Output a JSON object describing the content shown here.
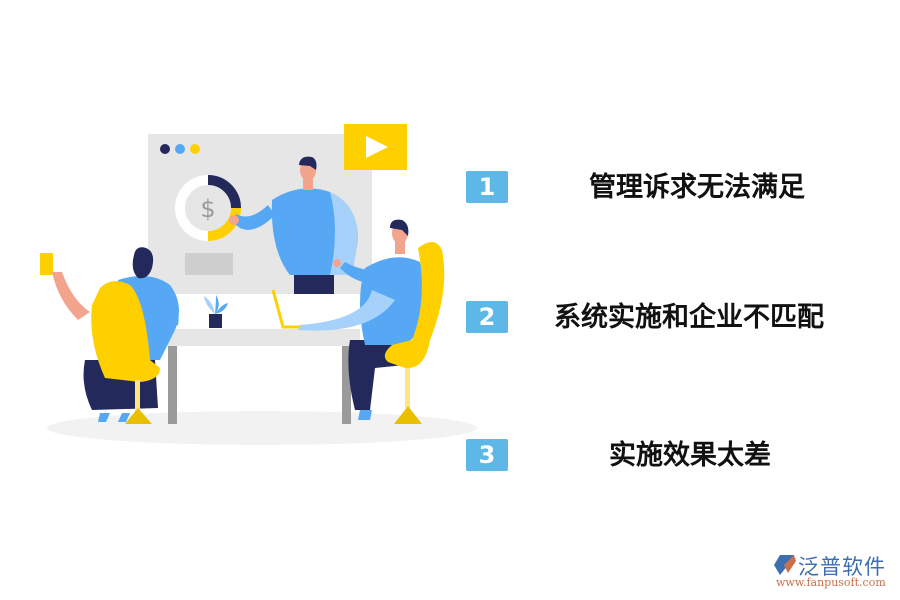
{
  "items": [
    {
      "number": "1",
      "label": "管理诉求无法满足"
    },
    {
      "number": "2",
      "label": "系统实施和企业不匹配"
    },
    {
      "number": "3",
      "label": "实施效果太差"
    }
  ],
  "logo": {
    "name": "泛普软件",
    "url": "www.fanpusoft.com"
  },
  "illustration": {
    "dollar_symbol": "$",
    "colors": {
      "accent_yellow": "#ffd000",
      "blue": "#56a8f5",
      "light_blue": "#a5d1fb",
      "navy": "#23295a",
      "skin": "#f2a48c",
      "panel_gray": "#e6e6e6",
      "badge_blue": "#5db8e8"
    }
  }
}
